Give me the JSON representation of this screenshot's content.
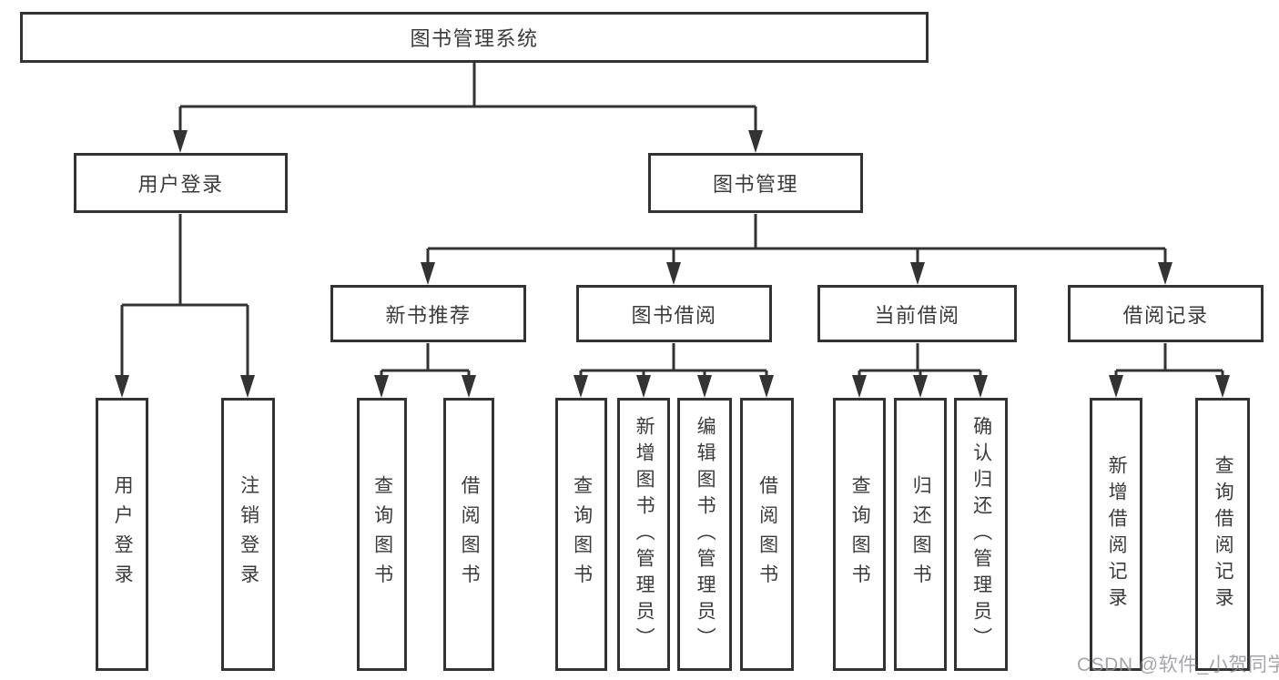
{
  "watermark": {
    "text": "CSDN @软件_小贺同学"
  },
  "colors": {
    "line": "#333333",
    "text": "#3b3b3b",
    "watermark": "#8e8f97",
    "background": "#ffffff"
  },
  "tree": {
    "root": {
      "label": "图书管理系统",
      "children": [
        {
          "label": "用户登录",
          "children": [
            {
              "label": "用户登录"
            },
            {
              "label": "注销登录"
            }
          ]
        },
        {
          "label": "图书管理",
          "children": [
            {
              "label": "新书推荐",
              "children": [
                {
                  "label": "查询图书"
                },
                {
                  "label": "借阅图书"
                }
              ]
            },
            {
              "label": "图书借阅",
              "children": [
                {
                  "label": "查询图书"
                },
                {
                  "label": "新增图书（管理员）"
                },
                {
                  "label": "编辑图书（管理员）"
                },
                {
                  "label": "借阅图书"
                }
              ]
            },
            {
              "label": "当前借阅",
              "children": [
                {
                  "label": "查询图书"
                },
                {
                  "label": "归还图书"
                },
                {
                  "label": "确认归还（管理员）"
                }
              ]
            },
            {
              "label": "借阅记录",
              "children": [
                {
                  "label": "新增借阅记录"
                },
                {
                  "label": "查询借阅记录"
                }
              ]
            }
          ]
        }
      ]
    }
  }
}
